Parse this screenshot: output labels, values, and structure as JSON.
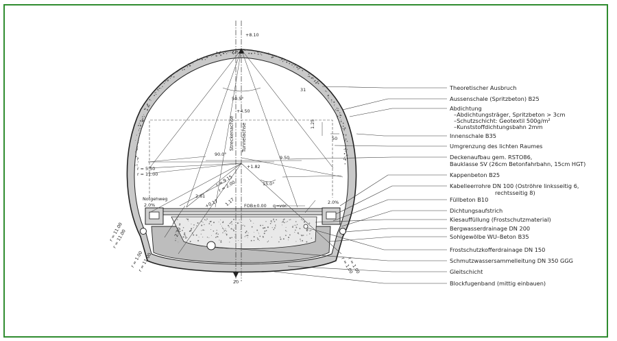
{
  "colors": {
    "frame": "#2e8b2e",
    "ink": "#222222",
    "concrete": "#bdbdbd",
    "fill": "#e6e6e6"
  },
  "labels": [
    "Theoretischer Ausbruch",
    "Aussenschale (Spritzbeton) B25",
    "Abdichtung",
    "–Abdichtungsträger, Spritzbeton > 3cm",
    "–Schutzschicht: Geotextil 500g/m²",
    "–Kunststoffdichtungsbahn 2mm",
    "Innenschale B35",
    "Umgrenzung des lichten Raumes",
    "Deckenaufbau gem. RSTO86,",
    "Bauklasse SV (26cm Betonfahrbahn, 15cm HGT)",
    "Kappenbeton B25",
    "Kabelleerrohre DN 100 (Oströhre linksseitig 6,",
    "rechtsseitig 8)",
    "Füllbeton B10",
    "Dichtungsaufstrich",
    "Kiesauffüllung (Frostschutzmaterial)",
    "Bergwasserdrainage DN 200",
    "Sohlgewölbe WU–Beton B35",
    "Frostschutzkofferdrainage DN 150",
    "Schmutzwassersammelleitung DN 350 GGG",
    "Gleitschicht",
    "Blockfugenband (mittig einbauen)"
  ],
  "dims": {
    "top_height": "+8.10",
    "angle_top": "50.5°",
    "h_450": "+4.50",
    "d_125": "1.25",
    "d_050": "50",
    "angle_90": "90.0°",
    "width_950": "9.50",
    "r_550": "r = 5.50",
    "r_1100": "r = 11.00",
    "h_182": "+1.82",
    "angle_15": "15.0°",
    "r_915": "r = 9.15",
    "r_200": "r = 2.00",
    "d_261": "2.61",
    "notgehweg": "Notgehweg",
    "pct_left": "2.0%",
    "pct_right": "2.0%",
    "h_017": "+0.17",
    "d_117": "1.17",
    "fob": "FOB±0.00",
    "q_vor": "q=vor.",
    "d_230": "2.30",
    "r_1100b": "r = 11.00",
    "r_1100c": "r = 11.00",
    "r_100": "r = 1.00",
    "r_1100d": "r = 11.00",
    "r_100b": "r = 1.00",
    "r_100c": "r = 1.00",
    "d_20": "20",
    "axis_strecke": "Streckenachse",
    "axis_tunnel": "Tunnelachse"
  }
}
